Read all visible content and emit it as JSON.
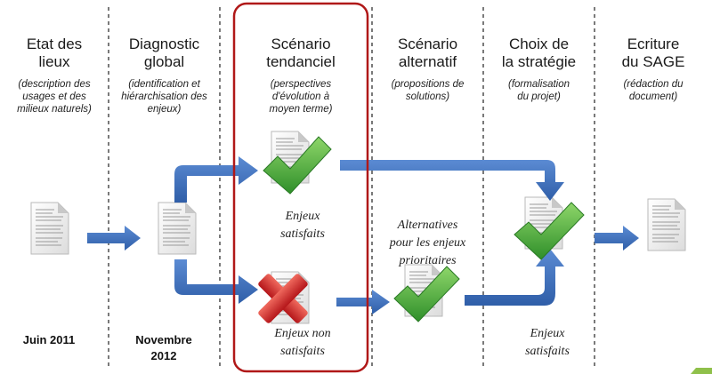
{
  "columns": [
    {
      "title": "Etat des\nlieux",
      "subtitle": "(description des\nusages et des\nmilieux naturels)"
    },
    {
      "title": "Diagnostic\nglobal",
      "subtitle": "(identification et\nhiérarchisation des\nenjeux)"
    },
    {
      "title": "Scénario\ntendanciel",
      "subtitle": "(perspectives\nd'évolution à\nmoyen terme)"
    },
    {
      "title": "Scénario\nalternatif",
      "subtitle": "(propositions de\nsolutions)"
    },
    {
      "title": "Choix de\nla stratégie",
      "subtitle": "(formalisation\ndu projet)"
    },
    {
      "title": "Ecriture\ndu SAGE",
      "subtitle": "(rédaction du\ndocument)"
    }
  ],
  "labels": {
    "enjeux_satisfaits_top": "Enjeux\nsatisfaits",
    "enjeux_non_satisfaits": "Enjeux non\nsatisfaits",
    "alternatives": "Alternatives\npour les enjeux\nprioritaires",
    "enjeux_satisfaits_bottom": "Enjeux\nsatisfaits"
  },
  "dates": {
    "date1": "Juin 2011",
    "date2": "Novembre\n2012"
  },
  "colors": {
    "arrow": "#3f6fb8",
    "highlight_border": "#b01818",
    "check": "#3fa83a",
    "cross": "#d42a2a",
    "divider": "#333333"
  },
  "icons": [
    "document-icon",
    "check-icon",
    "cross-icon",
    "arrow-icon"
  ]
}
